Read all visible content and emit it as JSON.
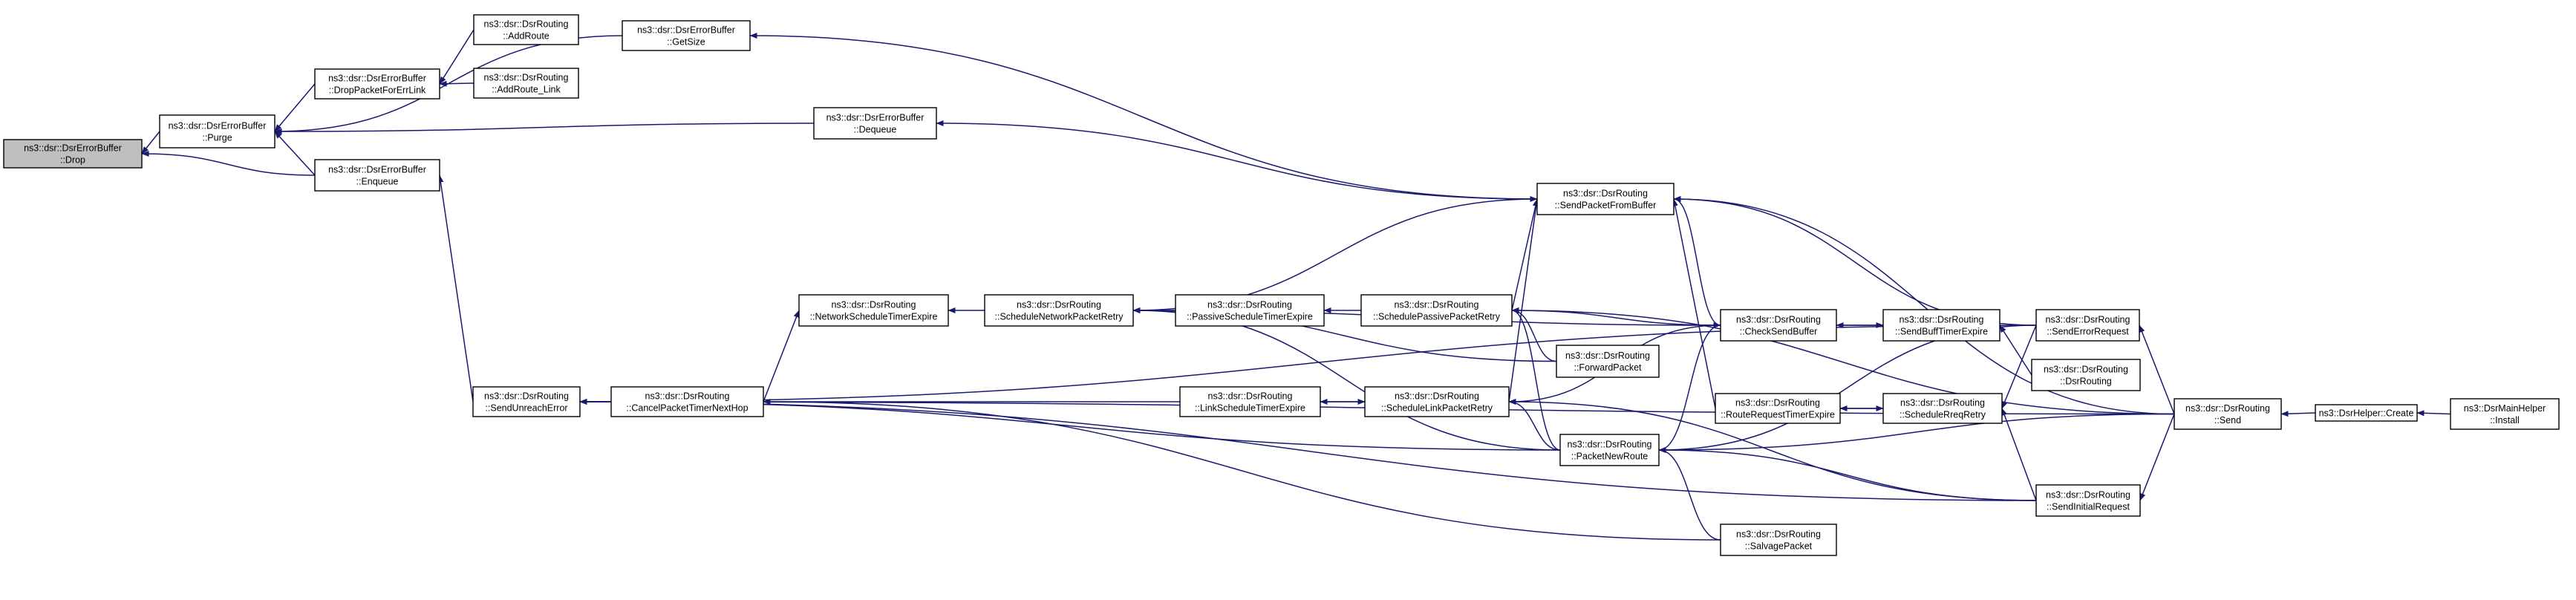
{
  "colors": {
    "highlight_fill": "#bfbfbf",
    "node_fill": "#ffffff",
    "node_stroke": "#000000",
    "edge": "#191970"
  },
  "nodes": [
    {
      "id": "drop",
      "lines": [
        "ns3::dsr::DsrErrorBuffer",
        "::Drop"
      ],
      "highlight": true
    },
    {
      "id": "purge",
      "lines": [
        "ns3::dsr::DsrErrorBuffer",
        "::Purge"
      ]
    },
    {
      "id": "getsize",
      "lines": [
        "ns3::dsr::DsrErrorBuffer",
        "::GetSize"
      ]
    },
    {
      "id": "dropfor",
      "lines": [
        "ns3::dsr::DsrErrorBuffer",
        "::DropPacketForErrLink"
      ]
    },
    {
      "id": "addroute",
      "lines": [
        "ns3::dsr::DsrRouting",
        "::AddRoute"
      ]
    },
    {
      "id": "addroutelink",
      "lines": [
        "ns3::dsr::DsrRouting",
        "::AddRoute_Link"
      ]
    },
    {
      "id": "dequeue",
      "lines": [
        "ns3::dsr::DsrErrorBuffer",
        "::Dequeue"
      ]
    },
    {
      "id": "enqueue",
      "lines": [
        "ns3::dsr::DsrErrorBuffer",
        "::Enqueue"
      ]
    },
    {
      "id": "sendpfb",
      "lines": [
        "ns3::dsr::DsrRouting",
        "::SendPacketFromBuffer"
      ]
    },
    {
      "id": "netsched",
      "lines": [
        "ns3::dsr::DsrRouting",
        "::NetworkScheduleTimerExpire"
      ]
    },
    {
      "id": "schednet",
      "lines": [
        "ns3::dsr::DsrRouting",
        "::ScheduleNetworkPacketRetry"
      ]
    },
    {
      "id": "passched",
      "lines": [
        "ns3::dsr::DsrRouting",
        "::PassiveScheduleTimerExpire"
      ]
    },
    {
      "id": "schedpass",
      "lines": [
        "ns3::dsr::DsrRouting",
        "::SchedulePassivePacketRetry"
      ]
    },
    {
      "id": "checksend",
      "lines": [
        "ns3::dsr::DsrRouting",
        "::CheckSendBuffer"
      ]
    },
    {
      "id": "sendbuff",
      "lines": [
        "ns3::dsr::DsrRouting",
        "::SendBuffTimerExpire"
      ]
    },
    {
      "id": "senderr",
      "lines": [
        "ns3::dsr::DsrRouting",
        "::SendErrorRequest"
      ]
    },
    {
      "id": "forward",
      "lines": [
        "ns3::dsr::DsrRouting",
        "::ForwardPacket"
      ]
    },
    {
      "id": "dsrrouting",
      "lines": [
        "ns3::dsr::DsrRouting",
        "::DsrRouting"
      ]
    },
    {
      "id": "sendunreach",
      "lines": [
        "ns3::dsr::DsrRouting",
        "::SendUnreachError"
      ]
    },
    {
      "id": "cancel",
      "lines": [
        "ns3::dsr::DsrRouting",
        "::CancelPacketTimerNextHop"
      ]
    },
    {
      "id": "linksched",
      "lines": [
        "ns3::dsr::DsrRouting",
        "::LinkScheduleTimerExpire"
      ]
    },
    {
      "id": "schedlink",
      "lines": [
        "ns3::dsr::DsrRouting",
        "::ScheduleLinkPacketRetry"
      ]
    },
    {
      "id": "routereq",
      "lines": [
        "ns3::dsr::DsrRouting",
        "::RouteRequestTimerExpire"
      ]
    },
    {
      "id": "schedreq",
      "lines": [
        "ns3::dsr::DsrRouting",
        "::ScheduleRreqRetry"
      ]
    },
    {
      "id": "pktnew",
      "lines": [
        "ns3::dsr::DsrRouting",
        "::PacketNewRoute"
      ]
    },
    {
      "id": "sendinit",
      "lines": [
        "ns3::dsr::DsrRouting",
        "::SendInitialRequest"
      ]
    },
    {
      "id": "salvage",
      "lines": [
        "ns3::dsr::DsrRouting",
        "::SalvagePacket"
      ]
    },
    {
      "id": "send",
      "lines": [
        "ns3::dsr::DsrRouting",
        "::Send"
      ]
    },
    {
      "id": "create",
      "lines": [
        "ns3::DsrHelper::Create"
      ]
    },
    {
      "id": "install",
      "lines": [
        "ns3::DsrMainHelper",
        "::Install"
      ]
    }
  ],
  "edges": [
    [
      "purge",
      "drop"
    ],
    [
      "enqueue",
      "drop"
    ],
    [
      "getsize",
      "purge"
    ],
    [
      "dropfor",
      "purge"
    ],
    [
      "dequeue",
      "purge"
    ],
    [
      "enqueue",
      "purge"
    ],
    [
      "addroute",
      "dropfor"
    ],
    [
      "addroutelink",
      "dropfor"
    ],
    [
      "sendpfb",
      "getsize"
    ],
    [
      "sendpfb",
      "dequeue"
    ],
    [
      "sendunreach",
      "enqueue"
    ],
    [
      "schednet",
      "sendpfb"
    ],
    [
      "schedpass",
      "sendpfb"
    ],
    [
      "schedlink",
      "sendpfb"
    ],
    [
      "checksend",
      "sendpfb"
    ],
    [
      "senderr",
      "sendpfb"
    ],
    [
      "routereq",
      "sendpfb"
    ],
    [
      "send",
      "sendpfb"
    ],
    [
      "schednet",
      "netsched"
    ],
    [
      "cancel",
      "netsched"
    ],
    [
      "passched",
      "schednet"
    ],
    [
      "checksend",
      "schednet"
    ],
    [
      "forward",
      "schednet"
    ],
    [
      "pktnew",
      "schednet"
    ],
    [
      "schedpass",
      "passched"
    ],
    [
      "checksend",
      "schedpass"
    ],
    [
      "forward",
      "schedpass"
    ],
    [
      "pktnew",
      "schedpass"
    ],
    [
      "send",
      "schedpass"
    ],
    [
      "sendbuff",
      "checksend"
    ],
    [
      "pktnew",
      "checksend"
    ],
    [
      "checksend",
      "sendbuff"
    ],
    [
      "dsrrouting",
      "sendbuff"
    ],
    [
      "senderr",
      "sendunreach"
    ],
    [
      "send",
      "sendunreach"
    ],
    [
      "pktnew",
      "sendunreach"
    ],
    [
      "cancel",
      "sendunreach"
    ],
    [
      "sendinit",
      "sendunreach"
    ],
    [
      "linksched",
      "cancel"
    ],
    [
      "salvage",
      "cancel"
    ],
    [
      "schedlink",
      "linksched"
    ],
    [
      "linksched",
      "schedlink"
    ],
    [
      "checksend",
      "schedlink"
    ],
    [
      "pktnew",
      "schedlink"
    ],
    [
      "sendinit",
      "schedlink"
    ],
    [
      "schedreq",
      "routereq"
    ],
    [
      "routereq",
      "schedreq"
    ],
    [
      "senderr",
      "schedreq"
    ],
    [
      "sendinit",
      "schedreq"
    ],
    [
      "senderr",
      "pktnew"
    ],
    [
      "sendinit",
      "pktnew"
    ],
    [
      "salvage",
      "pktnew"
    ],
    [
      "send",
      "pktnew"
    ],
    [
      "send",
      "sendinit"
    ],
    [
      "send",
      "senderr"
    ],
    [
      "create",
      "send"
    ],
    [
      "install",
      "create"
    ]
  ]
}
